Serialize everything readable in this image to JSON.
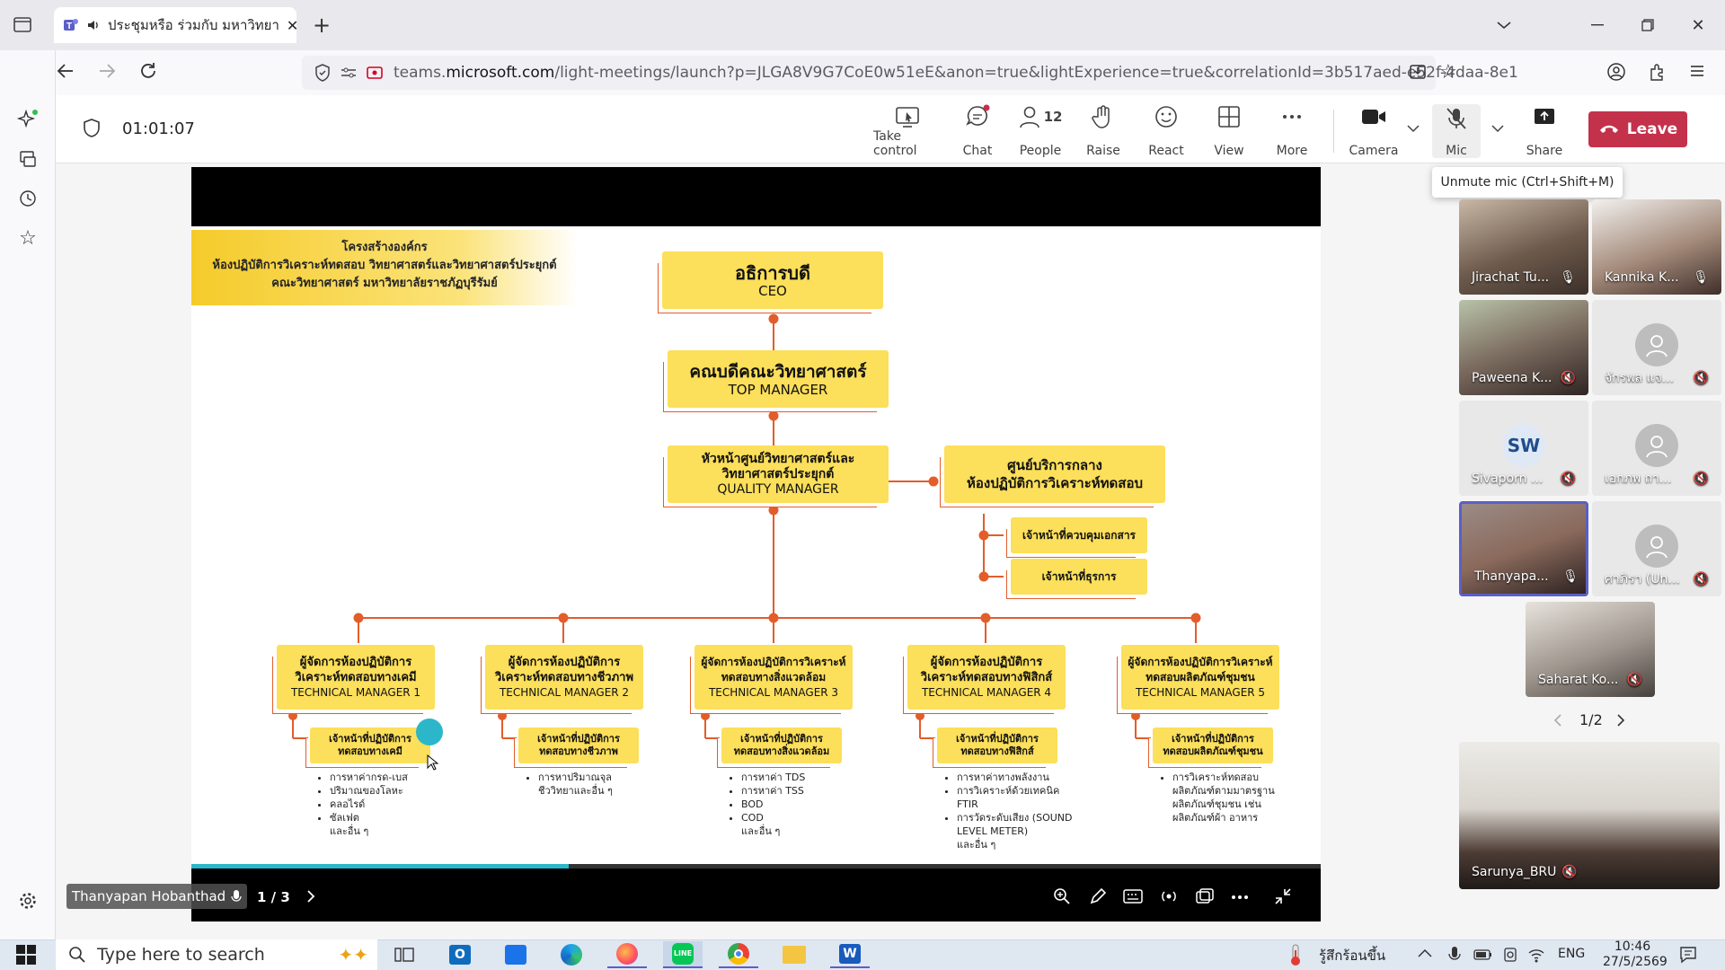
{
  "browser": {
    "tab_title": "ประชุมหรือ ร่วมกับ มหาวิทยา",
    "url_prefix": "teams.",
    "url_domain": "microsoft.com",
    "url_rest": "/light-meetings/launch?p=JLGA8V9G7CoE0w51eE&anon=true&lightExperience=true&correlationId=3b517aed-e52f-4daa-8e1"
  },
  "meeting": {
    "timer": "01:01:07",
    "toolbar": {
      "take_control": "Take control",
      "chat": "Chat",
      "people": "People",
      "people_count": "12",
      "raise": "Raise",
      "react": "React",
      "view": "View",
      "more": "More",
      "camera": "Camera",
      "mic": "Mic",
      "share": "Share",
      "leave": "Leave"
    },
    "tooltip": "Unmute mic (Ctrl+Shift+M)",
    "presenter": "Thanyapan Hobanthad",
    "slide_page": "1 / 3",
    "gallery_page": "1/2"
  },
  "slide": {
    "header_lines": [
      "โครงสร้างองค์กร",
      "ห้องปฏิบัติการวิเคราะห์ทดสอบ วิทยาศาสตร์และวิทยาศาสตร์ประยุกต์",
      "คณะวิทยาศาสตร์ มหาวิทยาลัยราชภัฏบุรีรัมย์"
    ],
    "ceo": {
      "th": "อธิการบดี",
      "en": "CEO"
    },
    "top": {
      "th": "คณบดีคณะวิทยาศาสตร์",
      "en": "TOP MANAGER"
    },
    "quality": {
      "th1": "หัวหน้าศูนย์วิทยาศาสตร์และ",
      "th2": "วิทยาศาสตร์ประยุกต์",
      "en": "QUALITY MANAGER"
    },
    "center": {
      "th1": "ศูนย์บริการกลาง",
      "th2": "ห้องปฏิบัติการวิเคราะห์ทดสอบ"
    },
    "doc_officer": "เจ้าหน้าที่ควบคุมเอกสาร",
    "admin_officer": "เจ้าหน้าที่ธุรการ",
    "managers": [
      {
        "th1": "ผู้จัดการห้องปฏิบัติการ",
        "th2": "วิเคราะห์ทดสอบทางเคมี",
        "en": "TECHNICAL MANAGER 1",
        "staff1": "เจ้าหน้าที่ปฏิบัติการ",
        "staff2": "ทดสอบทางเคมี",
        "items": [
          "การหาค่ากรด-เบส",
          "ปริมาณของโลหะ",
          "คลอไรด์",
          "ซัลเฟต"
        ],
        "cont": "และอื่น ๆ"
      },
      {
        "th1": "ผู้จัดการห้องปฏิบัติการ",
        "th2": "วิเคราะห์ทดสอบทางชีวภาพ",
        "en": "TECHNICAL MANAGER 2",
        "staff1": "เจ้าหน้าที่ปฏิบัติการ",
        "staff2": "ทดสอบทางชีวภาพ",
        "items": [
          "การหาปริมาณจุล"
        ],
        "cont": "ชีววิทยาและอื่น ๆ"
      },
      {
        "th1": "ผู้จัดการห้องปฏิบัติการวิเคราะห์",
        "th2": "ทดสอบทางสิ่งแวดล้อม",
        "en": "TECHNICAL MANAGER 3",
        "staff1": "เจ้าหน้าที่ปฏิบัติการ",
        "staff2": "ทดสอบทางสิ่งแวดล้อม",
        "items": [
          "การหาค่า TDS",
          "การหาค่า TSS",
          "BOD",
          "COD"
        ],
        "cont": "และอื่น ๆ"
      },
      {
        "th1": "ผู้จัดการห้องปฏิบัติการ",
        "th2": "วิเคราะห์ทดสอบทางฟิสิกส์",
        "en": "TECHNICAL MANAGER 4",
        "staff1": "เจ้าหน้าที่ปฏิบัติการ",
        "staff2": "ทดสอบทางฟิสิกส์",
        "items": [
          "การหาค่าทางพลังงาน",
          "การวิเคราะห์ด้วยเทคนิค FTIR",
          "การวัดระดับเสียง (SOUND LEVEL METER)"
        ],
        "cont": "และอื่น ๆ"
      },
      {
        "th1": "ผู้จัดการห้องปฏิบัติการวิเคราะห์",
        "th2": "ทดสอบผลิตภัณฑ์ชุมชน",
        "en": "TECHNICAL MANAGER 5",
        "staff1": "เจ้าหน้าที่ปฏิบัติการ",
        "staff2": "ทดสอบผลิตภัณฑ์ชุมชน",
        "items": [
          "การวิเคราะห์ทดสอบ"
        ],
        "cont": "ผลิตภัณฑ์ตามมาตรฐานผลิตภัณฑ์ชุมชน เช่น ผลิตภัณฑ์ผ้า อาหาร"
      }
    ]
  },
  "participants": [
    {
      "name": "Jirachat Tu...",
      "muted": false
    },
    {
      "name": "Kannika K...",
      "muted": false
    },
    {
      "name": "Paweena K...",
      "muted": true
    },
    {
      "name": "จักรพล แจ...",
      "muted": true
    },
    {
      "name": "Sivaporn ...",
      "muted": true,
      "initials": "SW"
    },
    {
      "name": "เอกภพ ถา...",
      "muted": true
    },
    {
      "name": "Thanyapa...",
      "muted": false
    },
    {
      "name": "ศาภิรา (Un...",
      "muted": true
    },
    {
      "name": "Saharat Ko...",
      "muted": true
    },
    {
      "name": "Sarunya_BRU",
      "muted": true
    }
  ],
  "taskbar": {
    "search_placeholder": "Type here to search",
    "weather": "รู้สึกร้อนขึ้น",
    "lang": "ENG",
    "time": "10:46",
    "date": "27/5/2569"
  },
  "colors": {
    "leave": "#c4314b",
    "slide_yellow": "#fcdf5a",
    "connector": "#e35d2a",
    "accent": "#2bb7c9"
  }
}
